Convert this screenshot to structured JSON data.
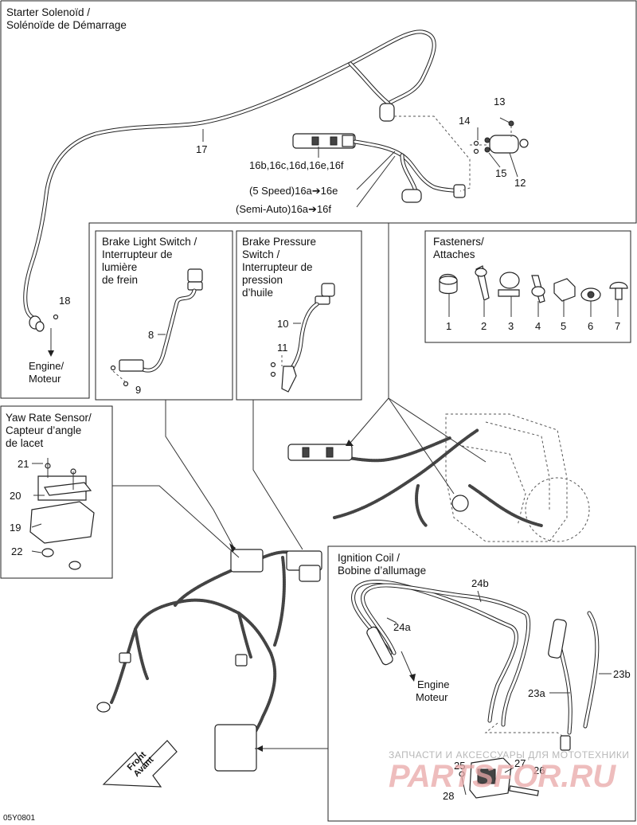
{
  "titles": {
    "starter_solenoid_1": "Starter Solenoïd /",
    "starter_solenoid_2": "Solénoïde de Démarrage",
    "brake_light_1": "Brake Light Switch /",
    "brake_light_2": "Interrupteur de",
    "brake_light_3": "lumière",
    "brake_light_4": "de frein",
    "brake_pressure_1": "Brake Pressure",
    "brake_pressure_2": "Switch /",
    "brake_pressure_3": "Interrupteur de",
    "brake_pressure_4": "pression",
    "brake_pressure_5": "d’huile",
    "fasteners_1": "Fasteners/",
    "fasteners_2": "Attaches",
    "yaw_1": "Yaw Rate Sensor/",
    "yaw_2": "Capteur d’angle",
    "yaw_3": "de lacet",
    "ignition_1": "Ignition Coil /",
    "ignition_2": "Bobine d’allumage"
  },
  "callouts": {
    "c17": "17",
    "c18": "18",
    "c13": "13",
    "c14": "14",
    "c15": "15",
    "c12": "12",
    "c16": "16b,16c,16d,16e,16f",
    "c16_5speed": "(5 Speed)16a➔16e",
    "c16_semi": "(Semi-Auto)16a➔16f",
    "engine_moteur_1a": "Engine/",
    "engine_moteur_1b": "Moteur",
    "c8": "8",
    "c9": "9",
    "c10": "10",
    "c11": "11",
    "f1": "1",
    "f2": "2",
    "f3": "3",
    "f4": "4",
    "f5": "5",
    "f6": "6",
    "f7": "7",
    "c21": "21",
    "c20": "20",
    "c19": "19",
    "c22": "22",
    "c24b": "24b",
    "c24a": "24a",
    "engine_moteur_2a": "Engine",
    "engine_moteur_2b": "Moteur",
    "c23b": "23b",
    "c23a": "23a",
    "c25": "25",
    "c27": "27",
    "c26": "26",
    "c28": "28",
    "front_1": "Front",
    "front_2": "Avant",
    "figure_code": "05Y0801"
  },
  "watermark": {
    "line1": "ЗАПЧАСТИ И АКСЕССУАРЫ ДЛЯ МОТОТЕХНИКИ",
    "line2": "PARTSFOR.RU"
  },
  "colors": {
    "ink": "#222222",
    "watermark_red": "#e9a8a8",
    "watermark_gray": "#b8b8b8"
  }
}
